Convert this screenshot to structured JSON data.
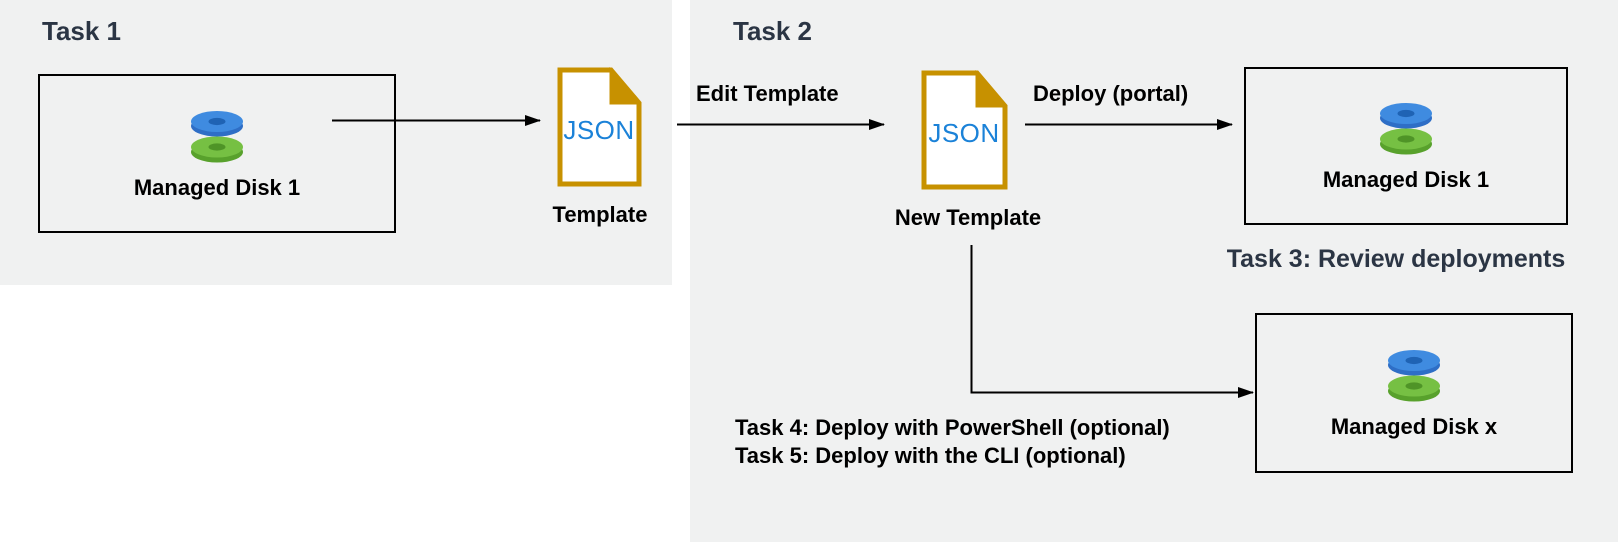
{
  "colors": {
    "canvas_bg": "#ffffff",
    "panel_bg": "#f0f1f1",
    "title_text": "#2b3544",
    "label_text": "#000000",
    "box_border": "#000000",
    "arrow": "#000000",
    "json_gold": "#c79100",
    "json_fill": "#ffffff",
    "json_blue": "#1b82d8",
    "disk_blue_top": "#3f8be0",
    "disk_blue_side": "#2e6ec6",
    "disk_blue_hole": "#1f63b4",
    "disk_green_top": "#76c043",
    "disk_green_side": "#58a12c",
    "disk_green_hole": "#4f9427"
  },
  "task1": {
    "title": "Task 1",
    "disk_box_label": "Managed Disk 1",
    "json_text": "JSON",
    "json_label": "Template"
  },
  "task2": {
    "title": "Task 2",
    "edit_arrow_label": "Edit Template",
    "json_text": "JSON",
    "json_label": "New Template",
    "deploy_arrow_label": "Deploy (portal)",
    "deployed_disk_label": "Managed Disk 1",
    "task3_label": "Task 3: Review deployments",
    "disk_x_label": "Managed Disk x",
    "task45_lines": [
      "Task 4: Deploy with PowerShell (optional)",
      "Task 5: Deploy with the CLI (optional)"
    ]
  }
}
